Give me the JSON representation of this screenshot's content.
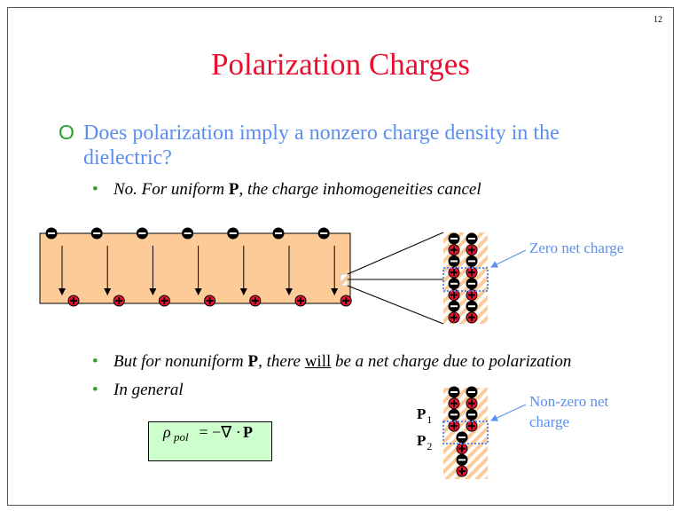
{
  "slide": {
    "page_number": "12",
    "title": "Polarization Charges"
  },
  "bullets": {
    "main_marker": "O",
    "main_line1": "Does polarization imply a nonzero charge density in the",
    "main_line2": "dielectric?",
    "sub1_prefix": "No.  For uniform ",
    "sub1_bold": "P",
    "sub1_suffix": ", the charge inhomogeneities cancel",
    "sub2_prefix": "But for nonuniform ",
    "sub2_bold": "P",
    "sub2_mid": ", there ",
    "sub2_underline": "will",
    "sub2_suffix": " be a net charge due to polarization",
    "sub3": "In general",
    "sub_marker": "•"
  },
  "diagram": {
    "zero_label": "Zero net charge",
    "nonzero_line1": "Non-zero net",
    "nonzero_line2": "charge",
    "p1": "P",
    "p1_sub": "1",
    "p2": "P",
    "p2_sub": "2"
  },
  "formula": {
    "lhs": "ρ",
    "lhs_sub": "pol",
    "rhs": " = −∇ · ",
    "rhs_bold": "P"
  },
  "colors": {
    "title": "#e8102e",
    "accent": "#5b8ef0",
    "slab": "#fccb98",
    "positive": "#e8102e",
    "box": "#ccffcc"
  }
}
